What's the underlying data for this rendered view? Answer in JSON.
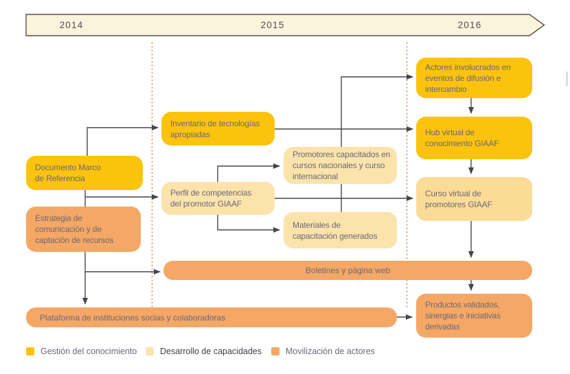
{
  "timeline": {
    "years": [
      "2014",
      "2015",
      "2016"
    ]
  },
  "nodes": {
    "documento": {
      "label": "Documento Marco\nde Referencia",
      "category": "knowledge"
    },
    "estrategia": {
      "label": "Estrategia de\ncomunicación y de\ncaptación de recursos",
      "category": "actors"
    },
    "inventario": {
      "label": "Inventario de tecnologías\napropiadas",
      "category": "knowledge"
    },
    "perfil": {
      "label": "Perfil de competencias\ndel promotor GIAAF",
      "category": "capacity"
    },
    "promotores": {
      "label": "Promotores capacitados en\ncursos nacionales y curso\ninternacional",
      "category": "capacity"
    },
    "materiales": {
      "label": "Materiales de\ncapacitación generados",
      "category": "capacity"
    },
    "actores": {
      "label": "Actores involucrados en\neventos de difusión e\nintercambio",
      "category": "knowledge"
    },
    "hub": {
      "label": "Hub virtual de\nconocimiento GIAAF",
      "category": "knowledge"
    },
    "curso": {
      "label": "Curso virtual de\npromotores GIAAF",
      "category": "capacity"
    },
    "boletines": {
      "label": "Boletines y página web",
      "category": "actors"
    },
    "plataforma": {
      "label": "Plataforma de instituciones socias y colaboradoras",
      "category": "actors"
    },
    "productos": {
      "label": "Productos validados,\nsinergias e iniciativas\nderivadas",
      "category": "actors"
    }
  },
  "legend": [
    {
      "label": "Gestión del conocimiento",
      "color": "#FBC30D"
    },
    {
      "label": "Desarrollo de capacidades",
      "color": "#F8E6B2"
    },
    {
      "label": "Movilización de actores",
      "color": "#F5A765"
    }
  ],
  "colors": {
    "knowledge": "#FBC30D",
    "capacity": "#FBE3AB",
    "capacity_deep": "#FBDC96",
    "actors": "#F5A765",
    "banner_fill": "#FBF4DC",
    "banner_stroke": "#514F49",
    "connector": "#46464C",
    "dotted_divider": "#C08148",
    "node_text": "#6B6878"
  }
}
